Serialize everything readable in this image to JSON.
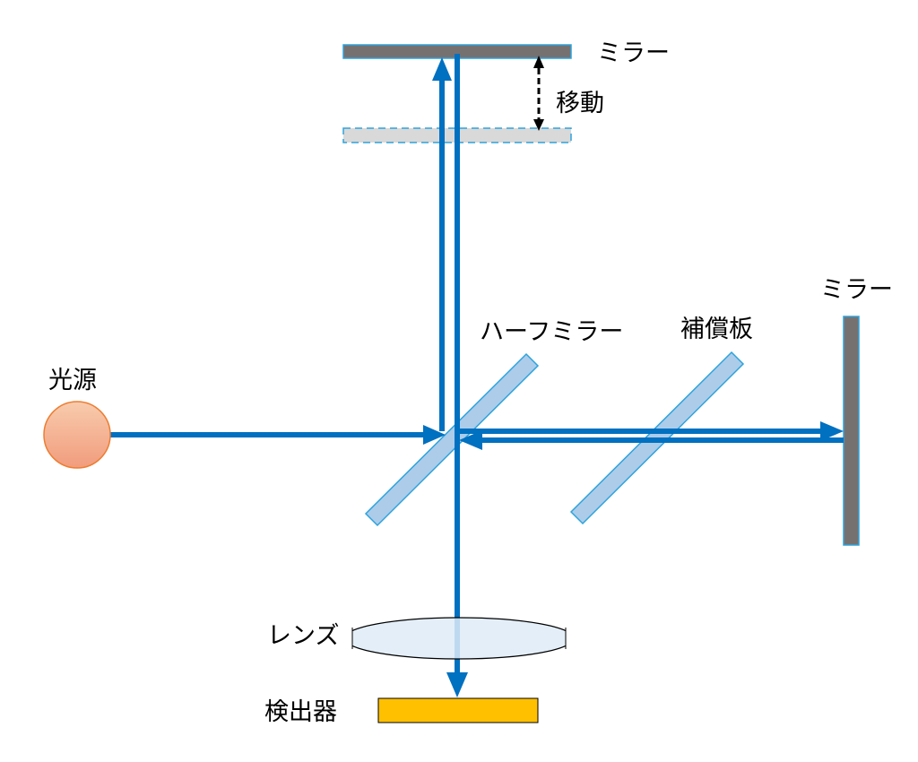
{
  "labels": {
    "mirror_top": "ミラー",
    "movement": "移動",
    "mirror_right": "ミラー",
    "half_mirror": "ハーフミラー",
    "compensator": "補償板",
    "light_source": "光源",
    "lens": "レンズ",
    "detector": "検出器"
  },
  "colors": {
    "beam": "#0070C0",
    "mirror": "#767171",
    "glass": "#9DC3E6",
    "source": "#F4B183",
    "detector": "#FFC000",
    "lens": "#DEEBF7"
  }
}
